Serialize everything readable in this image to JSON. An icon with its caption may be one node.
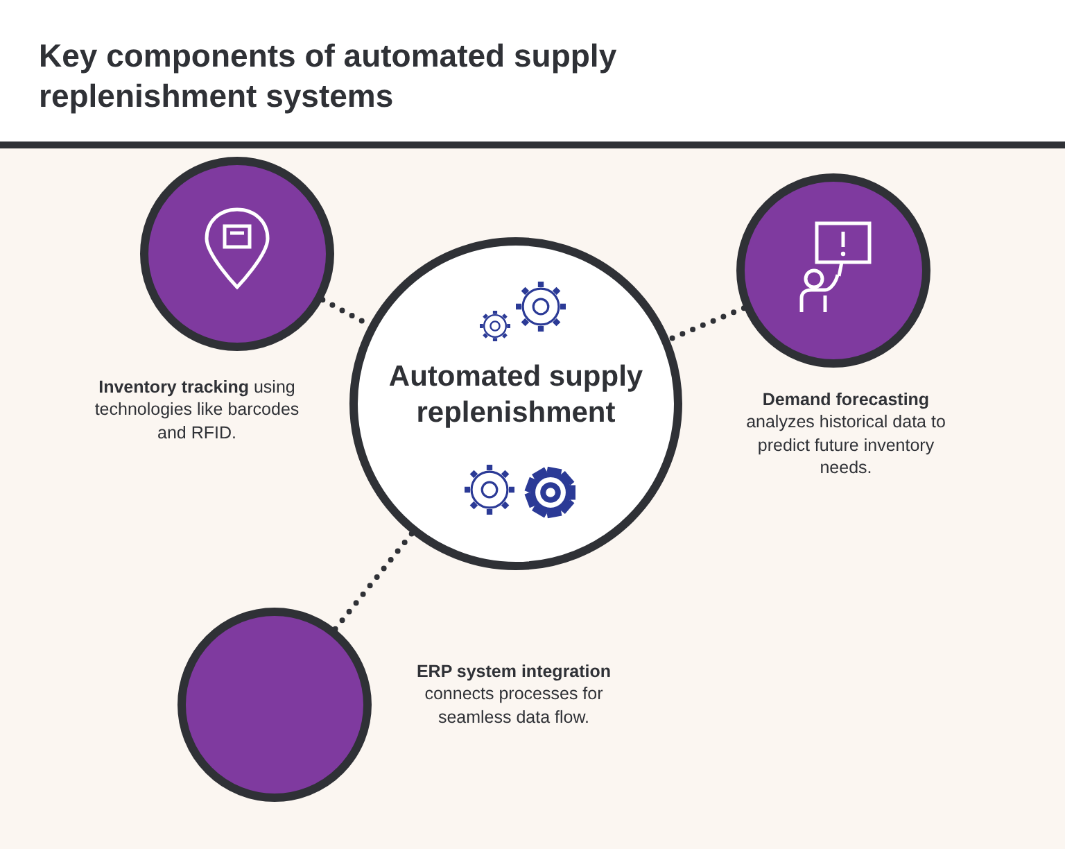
{
  "diagram": {
    "title": "Key components of automated supply replenishment systems",
    "nodes": [
      {
        "text": [],
        "shape": "circle",
        "beside": [
          "**Inventory tracking** using technologies like barcodes and RFID."
        ]
      },
      {
        "text": [
          "Automated supply replenishment"
        ]
      },
      {
        "text": [],
        "shape": "circle",
        "beside": [
          "**Demand forecasting** analyzes historical data to predict future inventory needs."
        ]
      },
      {
        "text": [],
        "shape": "circle",
        "beside": [
          "**ERP system integration** connects processes for seamless data flow."
        ]
      }
    ],
    "edges": [
      {
        "from": 0,
        "to": 1,
        "arrow": "none",
        "style": "dashed"
      },
      {
        "from": 2,
        "to": 1,
        "arrow": "none",
        "style": "dashed"
      },
      {
        "from": 3,
        "to": 1,
        "arrow": "none",
        "style": "dashed"
      }
    ]
  }
}
